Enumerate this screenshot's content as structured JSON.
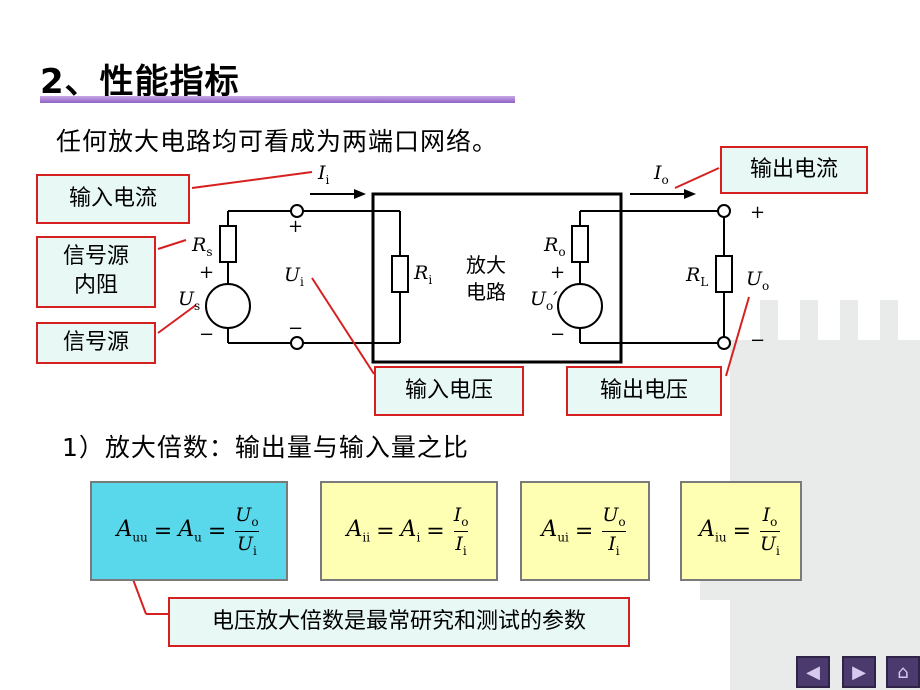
{
  "title": "2、性能指标",
  "subtitle": "任何放大电路均可看成为两端口网络。",
  "labels": {
    "input_current": "输入电流",
    "source_resistance_line1": "信号源",
    "source_resistance_line2": "内阻",
    "source": "信号源",
    "input_voltage": "输入电压",
    "output_voltage": "输出电压",
    "output_current": "输出电流"
  },
  "circuit": {
    "amp_line1": "放大",
    "amp_line2": "电路",
    "Ii": "I",
    "Ii_sub": "i",
    "Io": "I",
    "Io_sub": "o",
    "Rs": "R",
    "Rs_sub": "s",
    "Us": "U",
    "Us_sub": "s",
    "Ui": "U",
    "Ui_sub": "i",
    "Ri": "R",
    "Ri_sub": "i",
    "Ro": "R",
    "Ro_sub": "o",
    "Uo_prime": "U",
    "Uo_prime_sub": "o",
    "Uo_prime_mark": "′",
    "RL": "R",
    "RL_sub": "L",
    "Uo": "U",
    "Uo_sub": "o",
    "plus": "+",
    "minus": "−"
  },
  "section": "1）放大倍数：输出量与输入量之比",
  "formulas": [
    {
      "lhs": "A",
      "lhs_sub": "uu",
      "mid": "A",
      "mid_sub": "u",
      "num": "U",
      "num_sub": "o",
      "den": "U",
      "den_sub": "i",
      "eq": "=",
      "bg": "#58d8ea"
    },
    {
      "lhs": "A",
      "lhs_sub": "ii",
      "mid": "A",
      "mid_sub": "i",
      "num": "I",
      "num_sub": "o",
      "den": "I",
      "den_sub": "i",
      "eq": "=",
      "bg": "#ffffb3"
    },
    {
      "lhs": "A",
      "lhs_sub": "ui",
      "num": "U",
      "num_sub": "o",
      "den": "I",
      "den_sub": "i",
      "eq": "=",
      "bg": "#ffffb3"
    },
    {
      "lhs": "A",
      "lhs_sub": "iu",
      "num": "I",
      "num_sub": "o",
      "den": "U",
      "den_sub": "i",
      "eq": "=",
      "bg": "#ffffb3"
    }
  ],
  "note": "电压放大倍数是最常研究和测试的参数",
  "nav": {
    "prev": "previous-icon",
    "next": "next-icon",
    "home": "home-icon"
  },
  "colors": {
    "label_border": "#d62020",
    "label_bg": "#e8f8f5",
    "title_bar": "#8e62c4"
  }
}
